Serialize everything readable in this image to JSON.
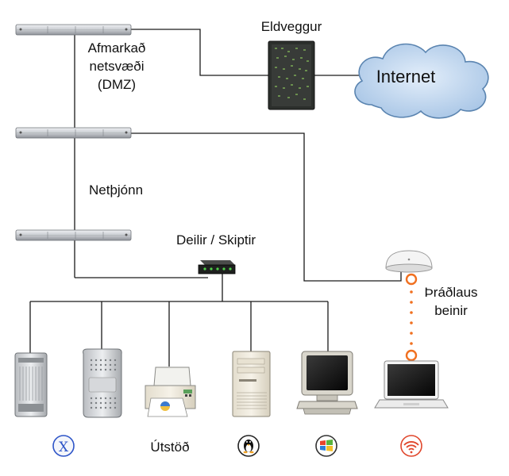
{
  "labels": {
    "firewall": "Eldveggur",
    "internet": "Internet",
    "dmz_line1": "Afmarkað",
    "dmz_line2": "netsvæði",
    "dmz_line3": "(DMZ)",
    "server": "Netþjónn",
    "switch": "Deilir / Skiptir",
    "wireless_line1": "Þráðlaus",
    "wireless_line2": "beinir",
    "printer": "Útstöð"
  },
  "icons": {
    "firewall": "firewall-tower-icon",
    "cloud": "internet-cloud-icon",
    "rack": "rack-server-icon",
    "switch": "network-switch-icon",
    "router": "wireless-router-icon",
    "mac_pro": "mac-pro-tower-icon",
    "power_mac": "power-mac-g5-icon",
    "printer": "printer-icon",
    "pc_tower": "pc-tower-icon",
    "crt": "crt-monitor-icon",
    "laptop": "laptop-icon",
    "os_x": "mac-os-x-icon",
    "linux": "linux-tux-icon",
    "windows": "windows-logo-icon",
    "wifi": "wifi-icon"
  },
  "colors": {
    "line": "#1a1a1a",
    "cloud_fill": "#b9d3ec",
    "cloud_stroke": "#5a84b0",
    "wireless_dots": "#f07020",
    "os_x_blue": "#2e55c8"
  }
}
